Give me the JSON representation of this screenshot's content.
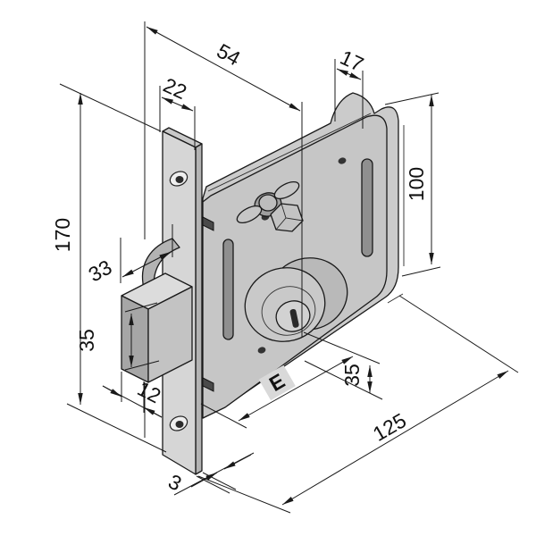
{
  "drawing": {
    "subject": "isometric technical drawing of a rim gate lock with cylinder, faceplate, deadbolt and dimension annotations",
    "units_shown": "millimeters (implied, unlabeled)"
  },
  "colors": {
    "background": "#ffffff",
    "line": "#1a1a1a",
    "metal_light": "#d6d6d6",
    "metal_mid": "#c6c6c6",
    "metal_dark": "#a6a6a6",
    "highlight_box": "#d9d9d9"
  },
  "dims": {
    "depth_top": "54",
    "faceplate_width": "22",
    "tab_width": "17",
    "body_height": "100",
    "faceplate_height": "170",
    "latch_backset": "33",
    "bolt_height": "35",
    "bolt_projection": "12",
    "cylinder_offset": "35",
    "entry": "E",
    "body_length": "125",
    "faceplate_thickness": "3"
  }
}
